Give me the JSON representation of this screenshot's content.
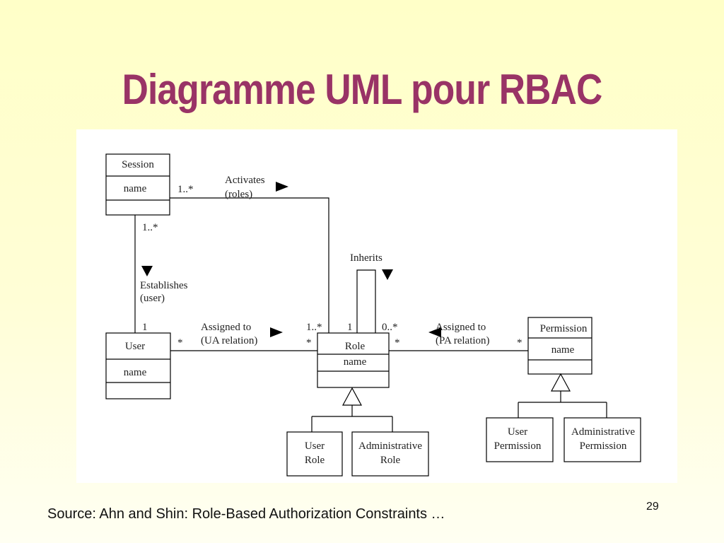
{
  "slide": {
    "title": "Diagramme UML pour RBAC",
    "source": "Source: Ahn and Shin: Role-Based Authorization Constraints …",
    "page_number": "29",
    "colors": {
      "title": "#993366",
      "background": "#ffffc8",
      "line": "#000000"
    }
  },
  "diagram": {
    "classes": {
      "session": {
        "name": "Session",
        "attr": "name"
      },
      "user": {
        "name": "User",
        "attr": "name"
      },
      "role": {
        "name": "Role",
        "attr": "name"
      },
      "permission": {
        "name": "Permission",
        "attr": "name"
      },
      "user_role": {
        "line1": "User",
        "line2": "Role"
      },
      "admin_role": {
        "line1": "Administrative",
        "line2": "Role"
      },
      "user_permission": {
        "line1": "User",
        "line2": "Permission"
      },
      "admin_permission": {
        "line1": "Administrative",
        "line2": "Permission"
      }
    },
    "associations": {
      "activates": {
        "line1": "Activates",
        "line2": "(roles)",
        "mult_session": "1..*",
        "mult_role": "1..*"
      },
      "establishes": {
        "line1": "Establishes",
        "line2": "(user)",
        "mult_session": "1..*",
        "mult_user": "1"
      },
      "ua": {
        "line1": "Assigned to",
        "line2": "(UA relation)",
        "mult_user": "*",
        "mult_role": "*"
      },
      "pa": {
        "line1": "Assigned to",
        "line2": "(PA relation)",
        "mult_role": "*",
        "mult_permission": "*"
      },
      "inherits": {
        "label": "Inherits",
        "mult_left": "1",
        "mult_right": "0..*"
      }
    }
  }
}
